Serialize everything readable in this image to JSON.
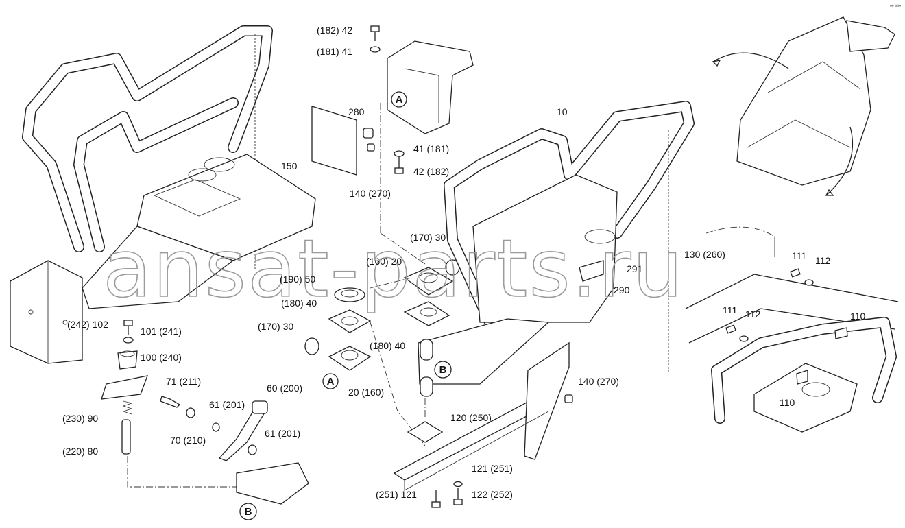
{
  "watermark": "ansat-parts.ru",
  "corner_mark": "⁰⁰ ⁰⁰⁰",
  "callouts": [
    {
      "id": "c182-42",
      "text": "(182) 42"
    },
    {
      "id": "c181-41",
      "text": "(181) 41"
    },
    {
      "id": "c41-181",
      "text": "41 (181)"
    },
    {
      "id": "c42-182",
      "text": "42 (182)"
    },
    {
      "id": "c280",
      "text": "280"
    },
    {
      "id": "c140-270a",
      "text": "140 (270)"
    },
    {
      "id": "c150",
      "text": "150"
    },
    {
      "id": "c10",
      "text": "10"
    },
    {
      "id": "c170-30a",
      "text": "(170) 30"
    },
    {
      "id": "c160-20a",
      "text": "(160) 20"
    },
    {
      "id": "c190-50",
      "text": "(190) 50"
    },
    {
      "id": "c180-40a",
      "text": "(180) 40"
    },
    {
      "id": "c170-30b",
      "text": "(170) 30"
    },
    {
      "id": "c180-40b",
      "text": "(180) 40"
    },
    {
      "id": "c20-160",
      "text": "20 (160)"
    },
    {
      "id": "c242-102",
      "text": "(242) 102"
    },
    {
      "id": "c101-241",
      "text": "101 (241)"
    },
    {
      "id": "c100-240",
      "text": "100 (240)"
    },
    {
      "id": "c71-211",
      "text": "71 (211)"
    },
    {
      "id": "c60-200",
      "text": "60 (200)"
    },
    {
      "id": "c61-201a",
      "text": "61 (201)"
    },
    {
      "id": "c70-210",
      "text": "70 (210)"
    },
    {
      "id": "c61-201b",
      "text": "61 (201)"
    },
    {
      "id": "c230-90",
      "text": "(230) 90"
    },
    {
      "id": "c220-80",
      "text": "(220) 80"
    },
    {
      "id": "c120-250",
      "text": "120 (250)"
    },
    {
      "id": "c140-270b",
      "text": "140 (270)"
    },
    {
      "id": "c121-251a",
      "text": "121 (251)"
    },
    {
      "id": "c251-121",
      "text": "(251) 121"
    },
    {
      "id": "c122-252",
      "text": "122 (252)"
    },
    {
      "id": "c130-260",
      "text": "130 (260)"
    },
    {
      "id": "c291",
      "text": "291"
    },
    {
      "id": "c290",
      "text": "290"
    },
    {
      "id": "c111a",
      "text": "111"
    },
    {
      "id": "c112a",
      "text": "112"
    },
    {
      "id": "c111b",
      "text": "111"
    },
    {
      "id": "c112b",
      "text": "112"
    },
    {
      "id": "c110a",
      "text": "110"
    },
    {
      "id": "c110b",
      "text": "110"
    }
  ],
  "markers": {
    "a_top": "A",
    "a_bottom": "A",
    "b_pivot": "B",
    "b_bottom": "B"
  }
}
